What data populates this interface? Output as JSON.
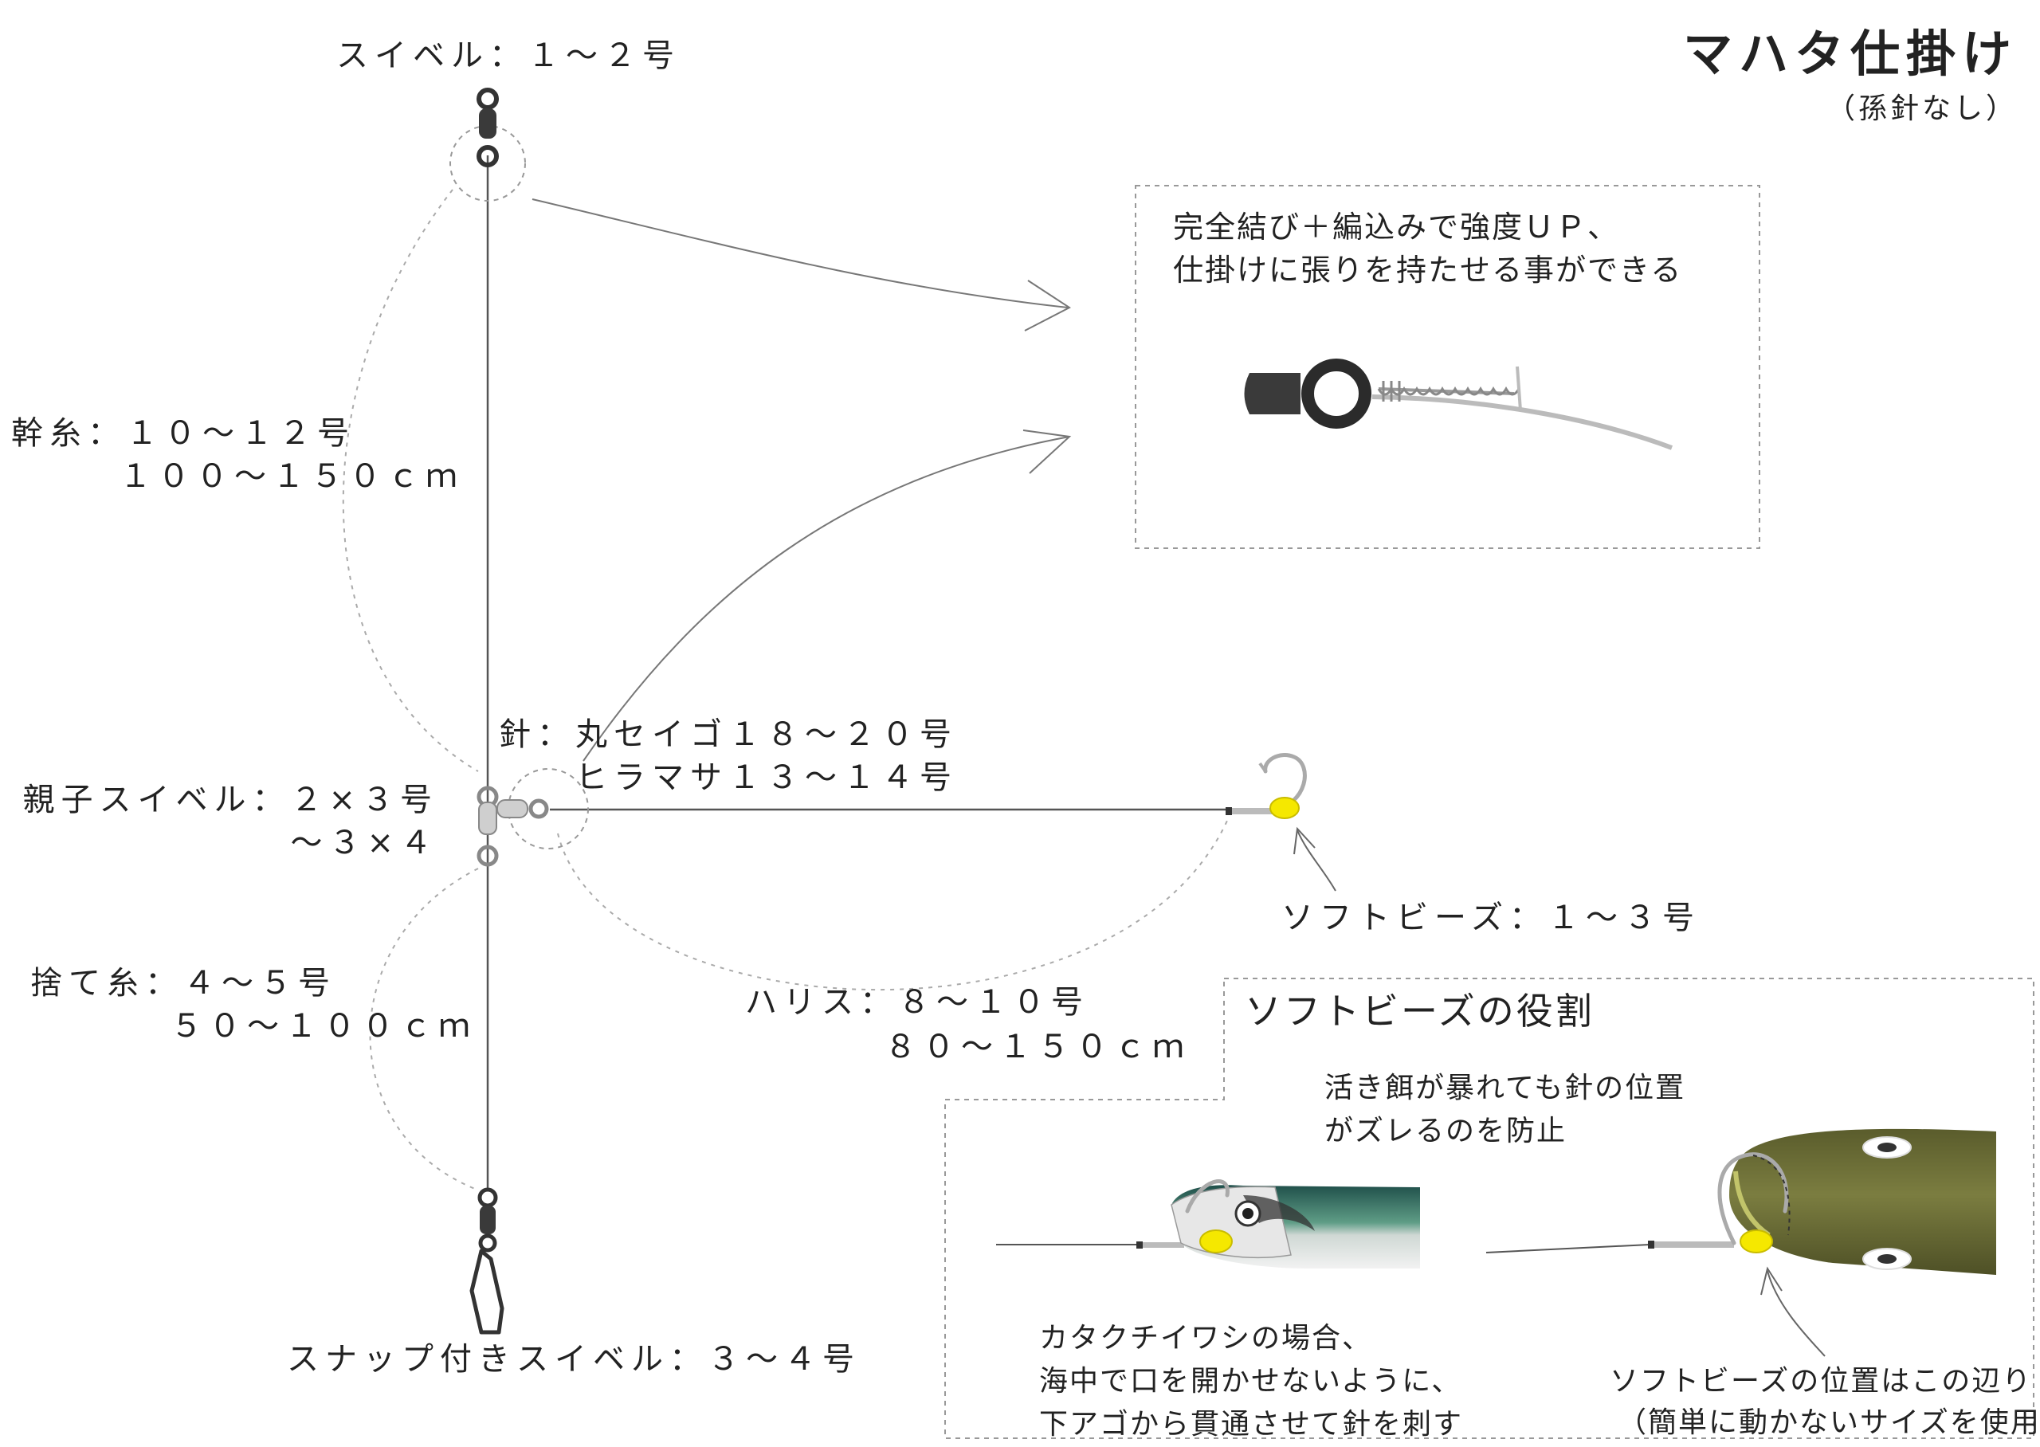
{
  "title": "マハタ仕掛け",
  "subtitle": "（孫針なし）",
  "labels": {
    "swivel": "スイベル：１～２号",
    "mainline_1": "幹糸：１０～１２号",
    "mainline_2": "１００～１５０ｃｍ",
    "three_way_1": "親子スイベル：２×３号",
    "three_way_2": "～３×４",
    "sinker_line_1": "捨て糸：４～５号",
    "sinker_line_2": "５０～１００ｃｍ",
    "snap_swivel": "スナップ付きスイベル：３～４号",
    "leader_1": "ハリス：８～１０号",
    "leader_2": "８０～１５０ｃｍ",
    "hook_1": "針：丸セイゴ１８～２０号",
    "hook_2": "ヒラマサ１３～１４号",
    "soft_bead": "ソフトビーズ：１～３号"
  },
  "knot_note": {
    "line_1": "完全結び＋編込みで強度ＵＰ、",
    "line_2": "仕掛けに張りを持たせる事ができる"
  },
  "bead_section": {
    "heading": "ソフトビーズの役割",
    "purpose_1": "活き餌が暴れても針の位置",
    "purpose_2": "がズレるのを防止",
    "sardine_1": "カタクチイワシの場合、",
    "sardine_2": "海中で口を開かせないように、",
    "sardine_3": "下アゴから貫通させて針を刺す",
    "position_1": "ソフトビーズの位置はこの辺り",
    "position_2": "（簡単に動かないサイズを使用）"
  },
  "colors": {
    "line": "#555555",
    "bead": "#f5e800",
    "swivel_dark": "#3a3a3a",
    "swivel_light": "#cfcfcf",
    "bait_body": "#6f7137",
    "sardine_back": "#3f7460"
  }
}
